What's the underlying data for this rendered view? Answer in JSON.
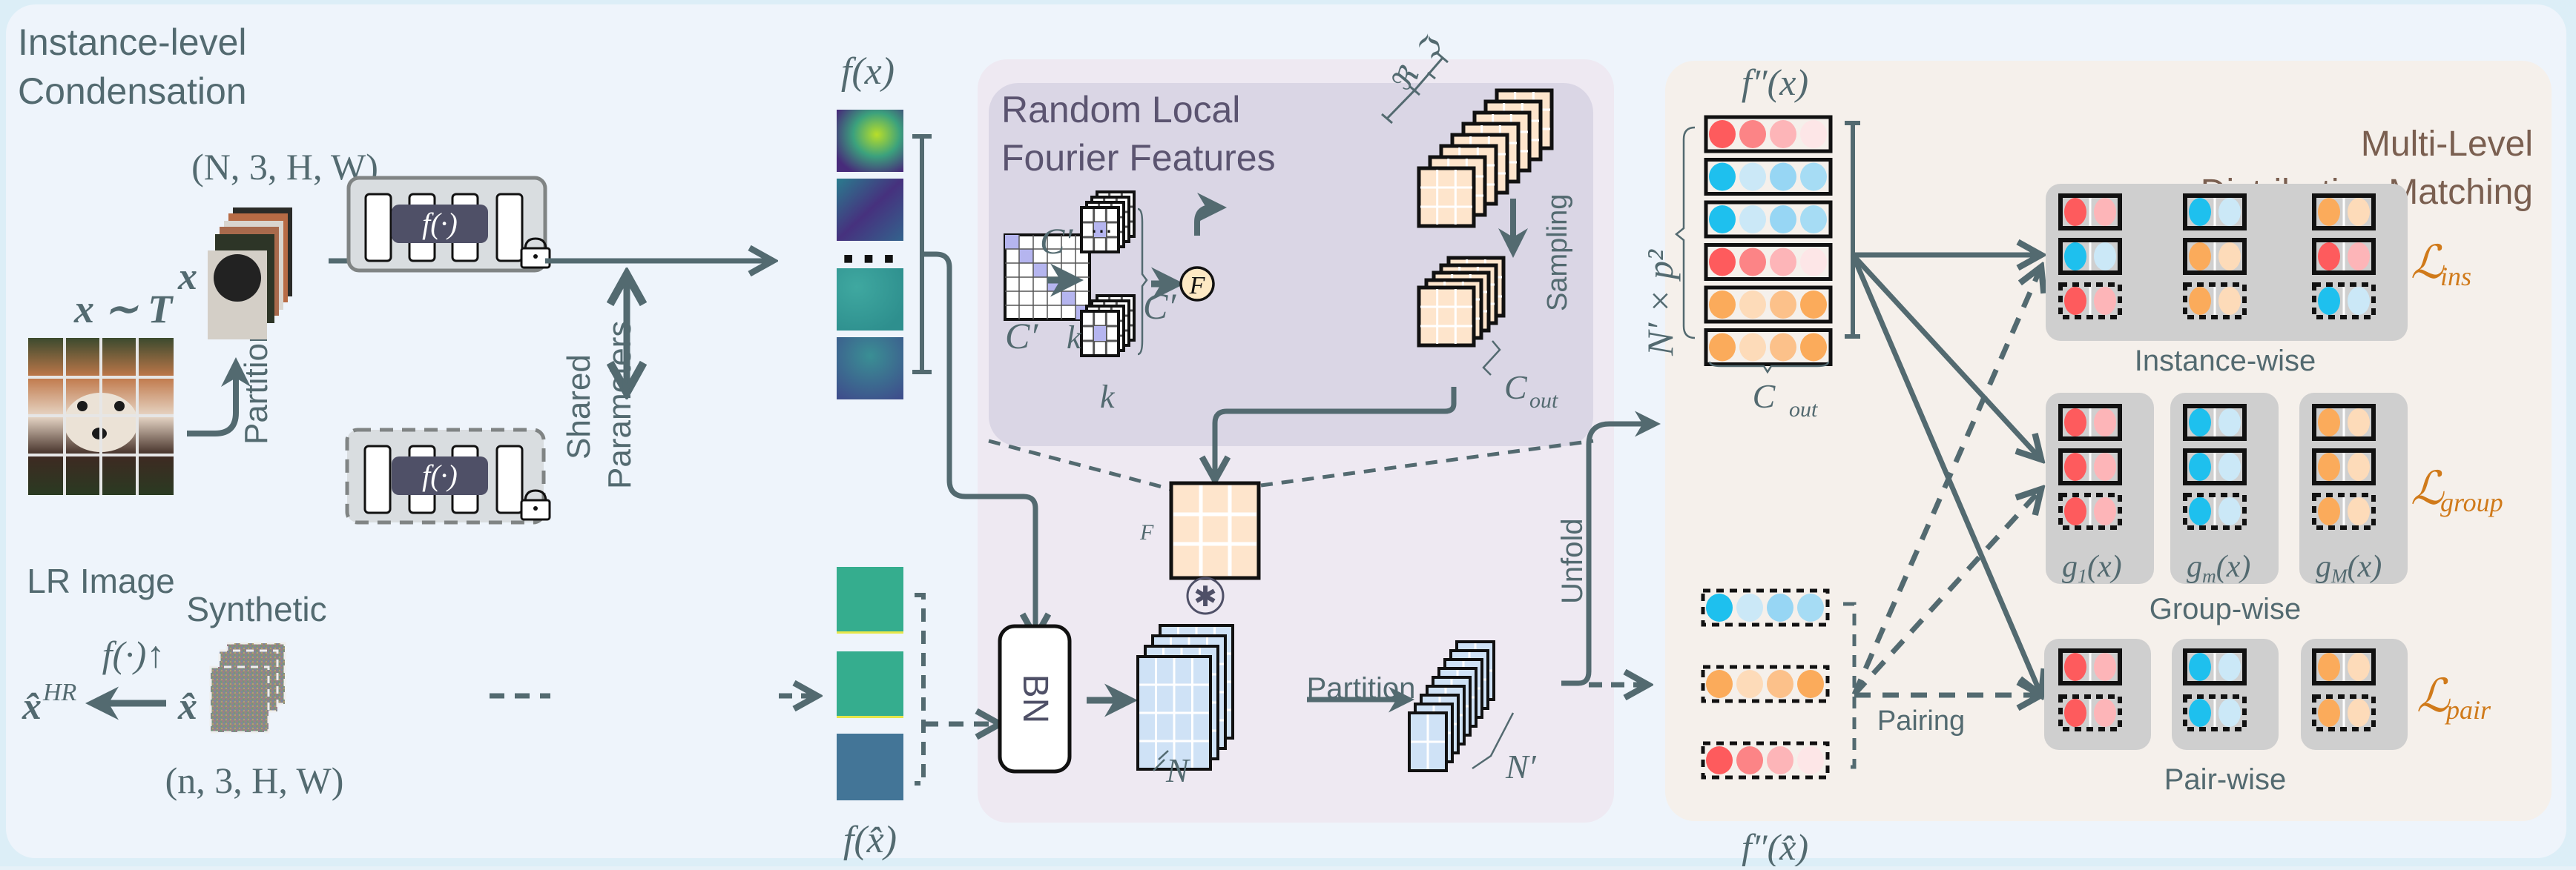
{
  "colors": {
    "page_border": "#dceef7",
    "outer_bg": "#eef4fb",
    "rlff_outer_bg": "#eee9f2",
    "rlff_inner_bg": "#dad6e5",
    "mldm_bg": "#f5f0eb",
    "ink": "#536a70",
    "title_purple": "#5b5470",
    "title_brown": "#7a5f50",
    "loss_orange": "#d07a1a",
    "red": "#fe5b5d",
    "red_mid": "#fc8486",
    "red_light": "#fdb5b8",
    "red_pale": "#fde6e7",
    "blue": "#1ec0ee",
    "blue_light": "#cbe8f7",
    "blue_mid": "#97d6f4",
    "blue_mid2": "#a6dcf4",
    "orange": "#fbab5b",
    "orange_light": "#fddbb9",
    "orange_mid": "#fcc18a",
    "peach_fill": "#fee5cc",
    "lightblue_fill": "#cfe2f6",
    "lavender_cell": "#b5b5ef",
    "net_box": "#d9dde0",
    "net_f_box": "#4f5067",
    "syn_fmap_1": "#35ad8e",
    "syn_fmap_3": "#437597",
    "gray_panel": "#cfcfcf"
  },
  "left": {
    "section_title_line1": "Instance-level",
    "section_title_line2": "Condensation",
    "x_dist_label": "x ∼ T",
    "lr_image_caption": "LR Image",
    "partition_label": "Partition",
    "x_label": "x",
    "x_shape": "(N, 3, H, W)",
    "shared_line1": "Shared",
    "shared_line2": "Parameters",
    "synthetic_label": "Synthetic",
    "xhat_label": "x̂",
    "xhat_shape": "(n, 3, H, W)",
    "upsample_label": "f(·)↑",
    "xhat_hr_label": "x̂",
    "xhat_hr_sup": "HR",
    "net_label": "f(·)",
    "real_fmap_label": "f(x)",
    "syn_fmap_label": "f(x̂)",
    "ellipsis": "■ ■ ■"
  },
  "rlff": {
    "title_line1": "Random Local",
    "title_line2": "Fourier Features",
    "c_prime": "C′",
    "k": "k",
    "fourier_symbol": "F",
    "real_label": "ℜ",
    "imag_label": "ℑ",
    "sampling_label": "Sampling",
    "c_out": "C",
    "c_out_sub": "out",
    "filter_label": "F",
    "conv_symbol": "✱",
    "bn_label": "BN",
    "partition_label": "Partition",
    "n_label": "N",
    "n_prime_label": "N′",
    "unfold_label": "Unfold",
    "ellipsis": "⋯"
  },
  "mldm": {
    "title_line1": "Multi-Level",
    "title_line2": "Distribution Matching",
    "real_label": "f″(x)",
    "syn_label": "f″(x̂)",
    "rows_label": "N′ × p²",
    "c_out": "C",
    "c_out_sub": "out",
    "pairing_label": "Pairing",
    "instance_caption": "Instance-wise",
    "group_caption": "Group-wise",
    "pair_caption": "Pair-wise",
    "loss_ins": "ins",
    "loss_group": "group",
    "loss_pair": "pair",
    "loss_symbol": "ℒ",
    "group_labels": [
      {
        "g": "g",
        "sub": "1",
        "arg": "(x)"
      },
      {
        "g": "g",
        "sub": "m",
        "arg": "(x)"
      },
      {
        "g": "g",
        "sub": "M",
        "arg": "(x)"
      }
    ],
    "real_rows": [
      [
        "red",
        "red_mid",
        "red_light",
        "red_pale"
      ],
      [
        "blue",
        "blue_light",
        "blue_mid",
        "blue_mid2"
      ],
      [
        "blue",
        "blue_light",
        "blue_mid",
        "blue_mid2"
      ],
      [
        "red",
        "red_mid",
        "red_light",
        "red_pale"
      ],
      [
        "orange",
        "orange_light",
        "orange_mid",
        "orange"
      ],
      [
        "orange",
        "orange_light",
        "orange_mid",
        "orange"
      ]
    ],
    "syn_rows": [
      [
        "blue",
        "blue_light",
        "blue_mid",
        "blue_mid2"
      ],
      [
        "orange",
        "orange_light",
        "orange_mid",
        "orange"
      ],
      [
        "red",
        "red_mid",
        "red_light",
        "red_pale"
      ]
    ],
    "instance_cells": [
      [
        {
          "c": "red",
          "solid": true
        },
        {
          "c": "blue",
          "solid": true
        },
        {
          "c": "red",
          "solid": false
        }
      ],
      [
        {
          "c": "blue",
          "solid": true
        },
        {
          "c": "orange",
          "solid": true
        },
        {
          "c": "orange",
          "solid": false
        }
      ],
      [
        {
          "c": "orange",
          "solid": true
        },
        {
          "c": "red",
          "solid": true
        },
        {
          "c": "blue",
          "solid": false
        }
      ]
    ],
    "group_cells": [
      [
        {
          "c": "red",
          "solid": true
        },
        {
          "c": "red",
          "solid": true
        },
        {
          "c": "red",
          "solid": false
        }
      ],
      [
        {
          "c": "blue",
          "solid": true
        },
        {
          "c": "blue",
          "solid": true
        },
        {
          "c": "blue",
          "solid": false
        }
      ],
      [
        {
          "c": "orange",
          "solid": true
        },
        {
          "c": "orange",
          "solid": true
        },
        {
          "c": "orange",
          "solid": false
        }
      ]
    ],
    "pair_cells": [
      [
        {
          "c": "red",
          "solid": true
        },
        {
          "c": "red",
          "solid": false
        }
      ],
      [
        {
          "c": "blue",
          "solid": true
        },
        {
          "c": "blue",
          "solid": false
        }
      ],
      [
        {
          "c": "orange",
          "solid": true
        },
        {
          "c": "orange",
          "solid": false
        }
      ]
    ]
  }
}
